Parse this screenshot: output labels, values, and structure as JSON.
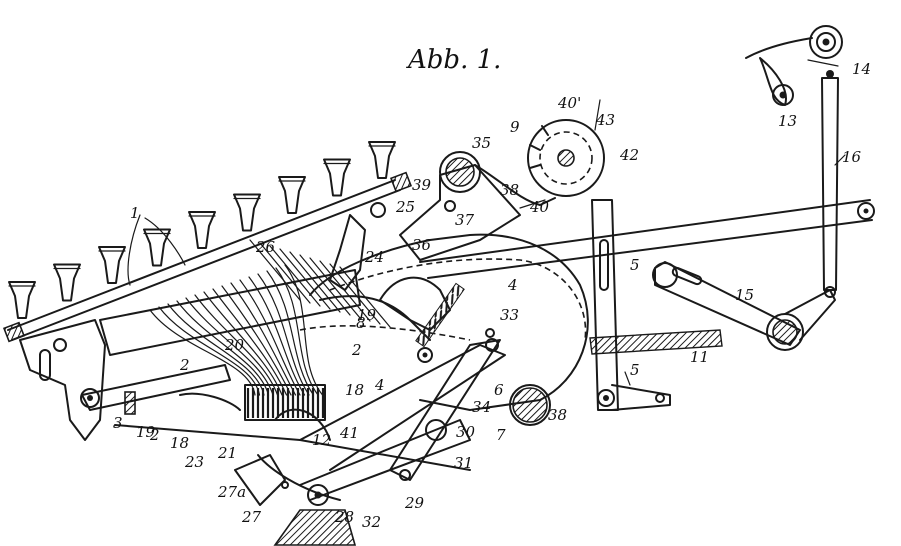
{
  "figure": {
    "caption": "Abb. 1.",
    "labels": [
      {
        "id": "l1",
        "text": "1"
      },
      {
        "id": "l2a",
        "text": "2"
      },
      {
        "id": "l2b",
        "text": "2"
      },
      {
        "id": "l2c",
        "text": "2"
      },
      {
        "id": "l3",
        "text": "3"
      },
      {
        "id": "l4a",
        "text": "4"
      },
      {
        "id": "l4b",
        "text": "4"
      },
      {
        "id": "l5a",
        "text": "5"
      },
      {
        "id": "l5b",
        "text": "5"
      },
      {
        "id": "l6",
        "text": "6"
      },
      {
        "id": "l7",
        "text": "7"
      },
      {
        "id": "l8",
        "text": "8"
      },
      {
        "id": "l9",
        "text": "9"
      },
      {
        "id": "l11",
        "text": "11"
      },
      {
        "id": "l12",
        "text": "12"
      },
      {
        "id": "l13",
        "text": "13"
      },
      {
        "id": "l14",
        "text": "14"
      },
      {
        "id": "l15",
        "text": "15"
      },
      {
        "id": "l16",
        "text": "16"
      },
      {
        "id": "l18a",
        "text": "18"
      },
      {
        "id": "l18b",
        "text": "18"
      },
      {
        "id": "l19a",
        "text": "19"
      },
      {
        "id": "l19b",
        "text": "19"
      },
      {
        "id": "l20",
        "text": "20"
      },
      {
        "id": "l21",
        "text": "21"
      },
      {
        "id": "l23",
        "text": "23"
      },
      {
        "id": "l24",
        "text": "24"
      },
      {
        "id": "l25",
        "text": "25"
      },
      {
        "id": "l26",
        "text": "26"
      },
      {
        "id": "l27",
        "text": "27"
      },
      {
        "id": "l27a",
        "text": "27a"
      },
      {
        "id": "l28",
        "text": "28"
      },
      {
        "id": "l29",
        "text": "29"
      },
      {
        "id": "l30",
        "text": "30"
      },
      {
        "id": "l31",
        "text": "31"
      },
      {
        "id": "l32",
        "text": "32"
      },
      {
        "id": "l33",
        "text": "33"
      },
      {
        "id": "l34",
        "text": "34"
      },
      {
        "id": "l35",
        "text": "35"
      },
      {
        "id": "l36",
        "text": "36"
      },
      {
        "id": "l37",
        "text": "37"
      },
      {
        "id": "l38a",
        "text": "38"
      },
      {
        "id": "l38b",
        "text": "38"
      },
      {
        "id": "l39",
        "text": "39"
      },
      {
        "id": "l40a",
        "text": "40"
      },
      {
        "id": "l40b",
        "text": "40'"
      },
      {
        "id": "l41",
        "text": "41"
      },
      {
        "id": "l42",
        "text": "42"
      },
      {
        "id": "l43",
        "text": "43"
      }
    ]
  }
}
